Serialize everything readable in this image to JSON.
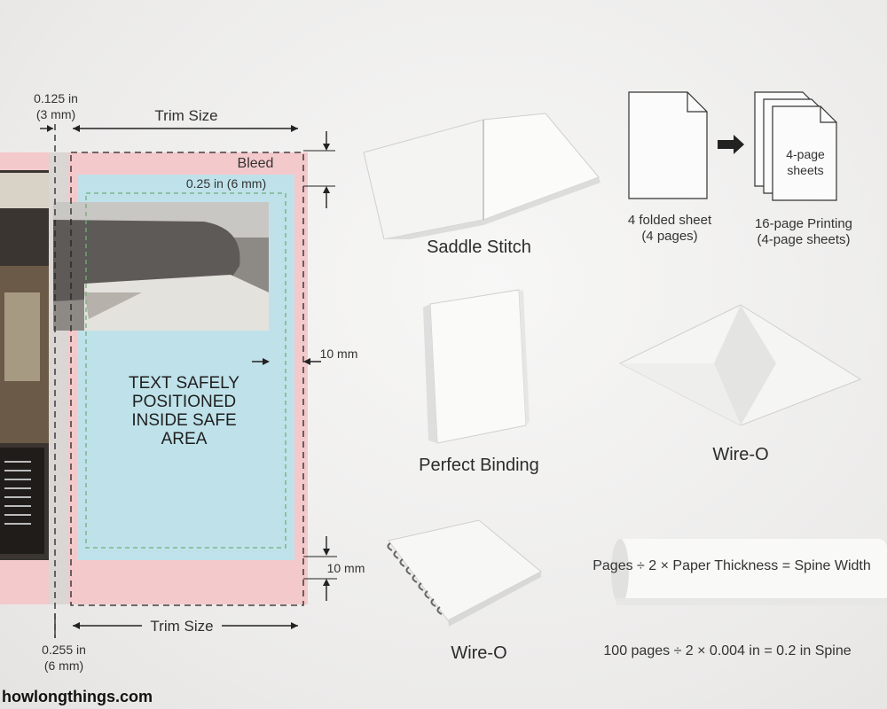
{
  "bleed_diagram": {
    "bleed_size_label": "0.125 in\n(3 mm)",
    "trim_size_top": "Trim Size",
    "bleed_label": "Bleed",
    "safe_margin_label": "0.25 in (6 mm)",
    "side_margin_label": "10 mm",
    "bottom_margin_label": "10 mm",
    "safe_text": "TEXT SAFELY\nPOSITIONED\nINSIDE SAFE\nAREA",
    "trim_size_bottom": "Trim Size",
    "gutter_label": "0.255 in\n(6 mm)"
  },
  "bindings": {
    "saddle_stitch": "Saddle Stitch",
    "perfect_binding": "Perfect Binding",
    "wire_o_top": "Wire-O",
    "wire_o_bottom": "Wire-O"
  },
  "printing": {
    "folded_sheet_label": "4 folded sheet\n(4 pages)",
    "sheets_inner_label": "4-page\nsheets",
    "printing_label": "16-page Printing\n(4-page sheets)"
  },
  "spine": {
    "formula": "Pages ÷ 2 × Paper Thickness = Spine Width",
    "example": "100 pages ÷ 2 × 0.004 in = 0.2 in Spine"
  },
  "watermark": "howlongthings.com"
}
